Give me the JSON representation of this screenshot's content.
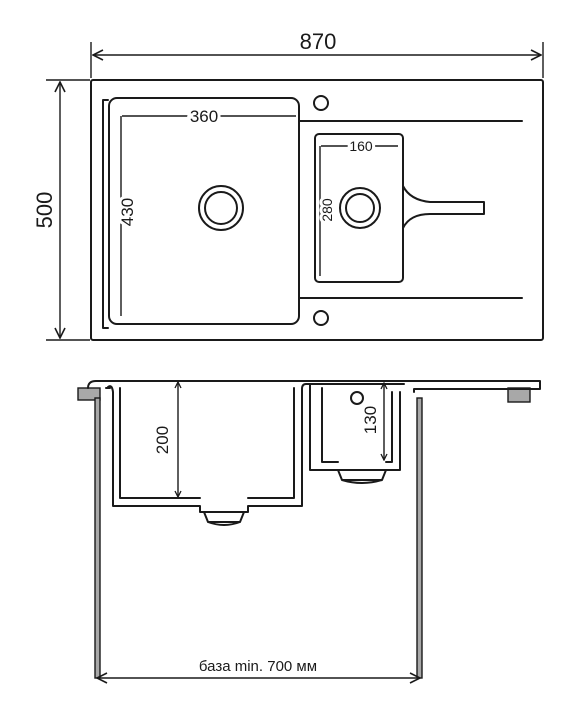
{
  "top_view": {
    "overall_width": "870",
    "overall_depth": "500",
    "main_bowl_width": "360",
    "main_bowl_depth": "430",
    "small_bowl_width": "160",
    "small_bowl_depth": "280"
  },
  "side_view": {
    "main_bowl_height": "200",
    "small_bowl_height": "130",
    "cabinet_base": "база min. 700 мм"
  },
  "colors": {
    "stroke": "#1a1a1a",
    "support_fill": "#a8a8a8",
    "background": "#ffffff"
  }
}
